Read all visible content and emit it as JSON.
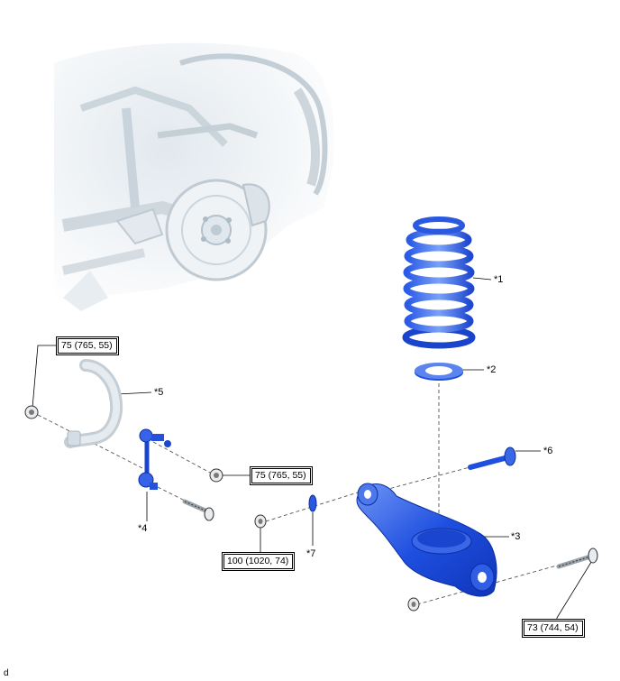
{
  "callouts": {
    "p1": "*1",
    "p2": "*2",
    "p3": "*3",
    "p4": "*4",
    "p5": "*5",
    "p6": "*6",
    "p7": "*7"
  },
  "torque_specs": {
    "stabilizer_bar_nut": "75 (765, 55)",
    "link_nut": "75 (765, 55)",
    "arm_front_nut": "100 (1020, 74)",
    "arm_rear_bolt": "73 (744, 54)"
  },
  "figure_id": "d",
  "colors": {
    "part_blue": "#1f4fe0",
    "part_blue_light": "#5d86f0",
    "ghost_gray": "#c9d3dc"
  }
}
